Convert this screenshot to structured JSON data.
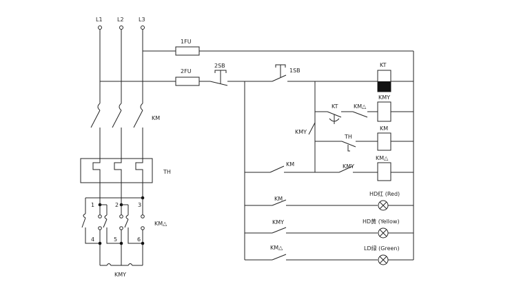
{
  "phases": [
    "L1",
    "L2",
    "L3"
  ],
  "fuses": {
    "fu1": "1FU",
    "fu2": "2FU"
  },
  "buttons": {
    "stop": "2SB",
    "start": "1SB"
  },
  "main_circuit": {
    "km": "KM",
    "th": "TH",
    "kmd": "KM△",
    "kmy": "KMY"
  },
  "terminals": [
    "1",
    "2",
    "3",
    "4",
    "5",
    "6"
  ],
  "control": {
    "kt_coil": "KT",
    "kmy_coil": "KMY",
    "km_coil": "KM",
    "kmd_coil": "KM△",
    "kt_contact": "KT",
    "kmd_contact": "KM△",
    "kmy_contact": "KMY",
    "th_contact": "TH",
    "km_hold": "KM",
    "kmy_contact2": "KMY"
  },
  "lamps": [
    {
      "contact": "KM",
      "label": "HD红 (Red)"
    },
    {
      "contact": "KMY",
      "label": "HD黄 (Yellow)"
    },
    {
      "contact": "KM△",
      "label": "LD绿 (Green)"
    }
  ]
}
